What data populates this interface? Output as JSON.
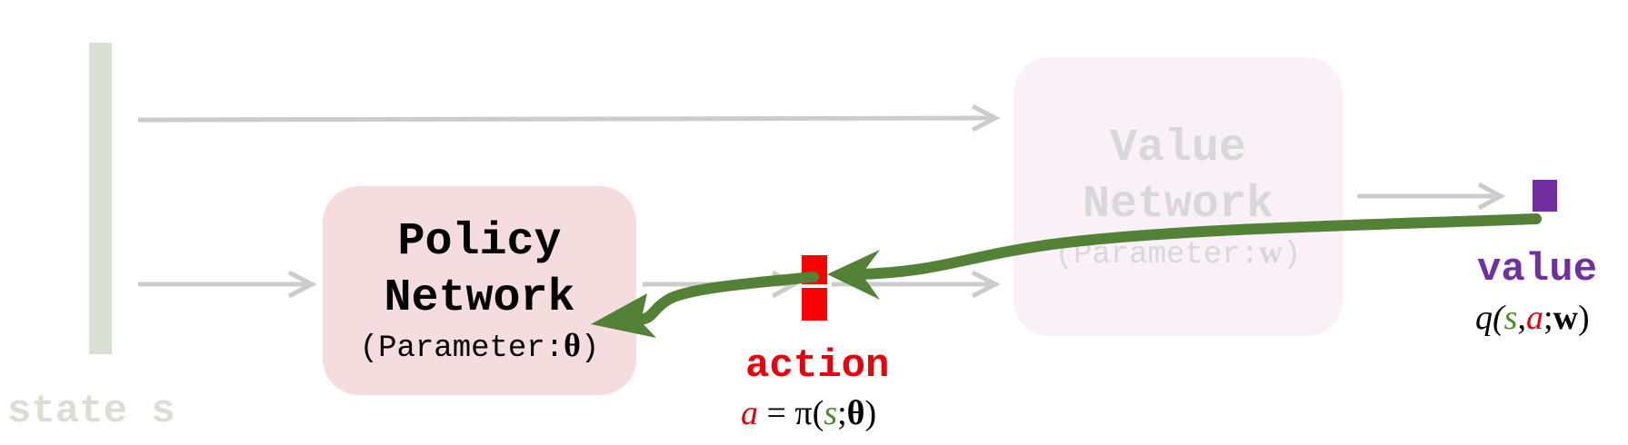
{
  "state": {
    "label": "state s"
  },
  "policy_network": {
    "title": "Policy\nNetwork",
    "param_prefix": "(Parameter:",
    "param_symbol": "θ",
    "param_suffix": ")"
  },
  "value_network": {
    "title": "Value\nNetwork",
    "param_prefix": "(Parameter:",
    "param_symbol": "w",
    "param_suffix": ")"
  },
  "action": {
    "label": "action",
    "formula": {
      "a": "a",
      "eq": " = π(",
      "s": "s",
      "sep": ";",
      "theta": "θ",
      "close": ")"
    }
  },
  "value_output": {
    "label": "value",
    "formula": {
      "q": "q(",
      "s": "s",
      "comma": ",",
      "a": "a",
      "sep": ";",
      "w": "w",
      "close": ")"
    }
  },
  "colors": {
    "gray_arrow": "#cccccc",
    "gradient_arrow": "#538135",
    "action_red": "#ff0000",
    "value_purple": "#7030a0",
    "state_bar": "#dadfd6"
  }
}
